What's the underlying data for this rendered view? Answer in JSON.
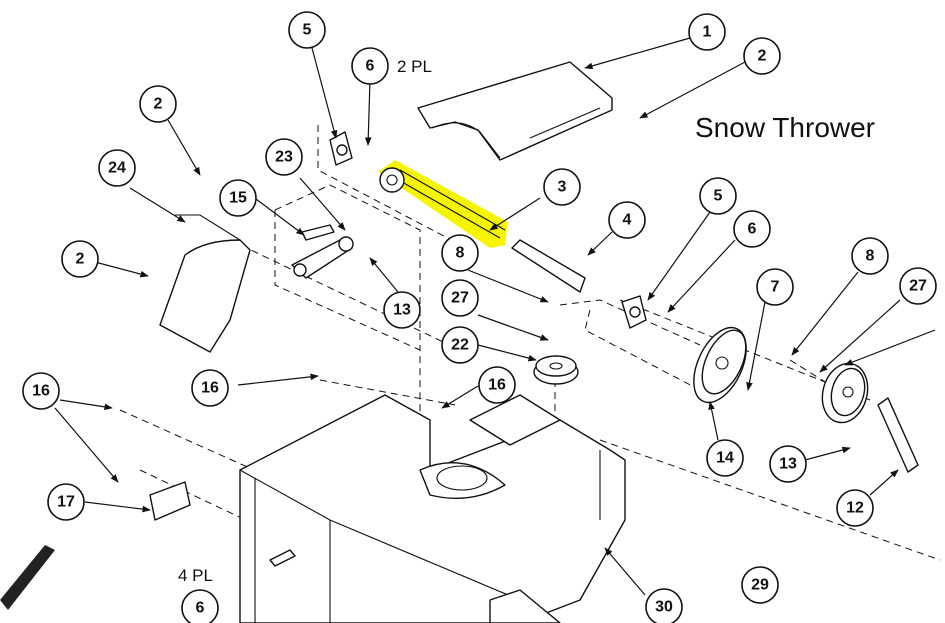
{
  "diagram": {
    "title": "Snow Thrower",
    "notes": {
      "two_places": "2 PL",
      "four_places": "4 PL"
    },
    "highlight_color": "#f5f500",
    "callouts": [
      {
        "id": "c1",
        "label": "1"
      },
      {
        "id": "c2a",
        "label": "2"
      },
      {
        "id": "c2b",
        "label": "2"
      },
      {
        "id": "c2c",
        "label": "2"
      },
      {
        "id": "c3",
        "label": "3"
      },
      {
        "id": "c4",
        "label": "4"
      },
      {
        "id": "c5a",
        "label": "5"
      },
      {
        "id": "c5b",
        "label": "5"
      },
      {
        "id": "c6a",
        "label": "6"
      },
      {
        "id": "c6b",
        "label": "6"
      },
      {
        "id": "c6c",
        "label": "6"
      },
      {
        "id": "c7",
        "label": "7"
      },
      {
        "id": "c8a",
        "label": "8"
      },
      {
        "id": "c8b",
        "label": "8"
      },
      {
        "id": "c12",
        "label": "12"
      },
      {
        "id": "c13a",
        "label": "13"
      },
      {
        "id": "c13b",
        "label": "13"
      },
      {
        "id": "c14",
        "label": "14"
      },
      {
        "id": "c15",
        "label": "15"
      },
      {
        "id": "c16a",
        "label": "16"
      },
      {
        "id": "c16b",
        "label": "16"
      },
      {
        "id": "c16c",
        "label": "16"
      },
      {
        "id": "c17",
        "label": "17"
      },
      {
        "id": "c22",
        "label": "22"
      },
      {
        "id": "c23",
        "label": "23"
      },
      {
        "id": "c24",
        "label": "24"
      },
      {
        "id": "c27a",
        "label": "27"
      },
      {
        "id": "c27b",
        "label": "27"
      },
      {
        "id": "c29",
        "label": "29"
      },
      {
        "id": "c30",
        "label": "30"
      }
    ]
  }
}
